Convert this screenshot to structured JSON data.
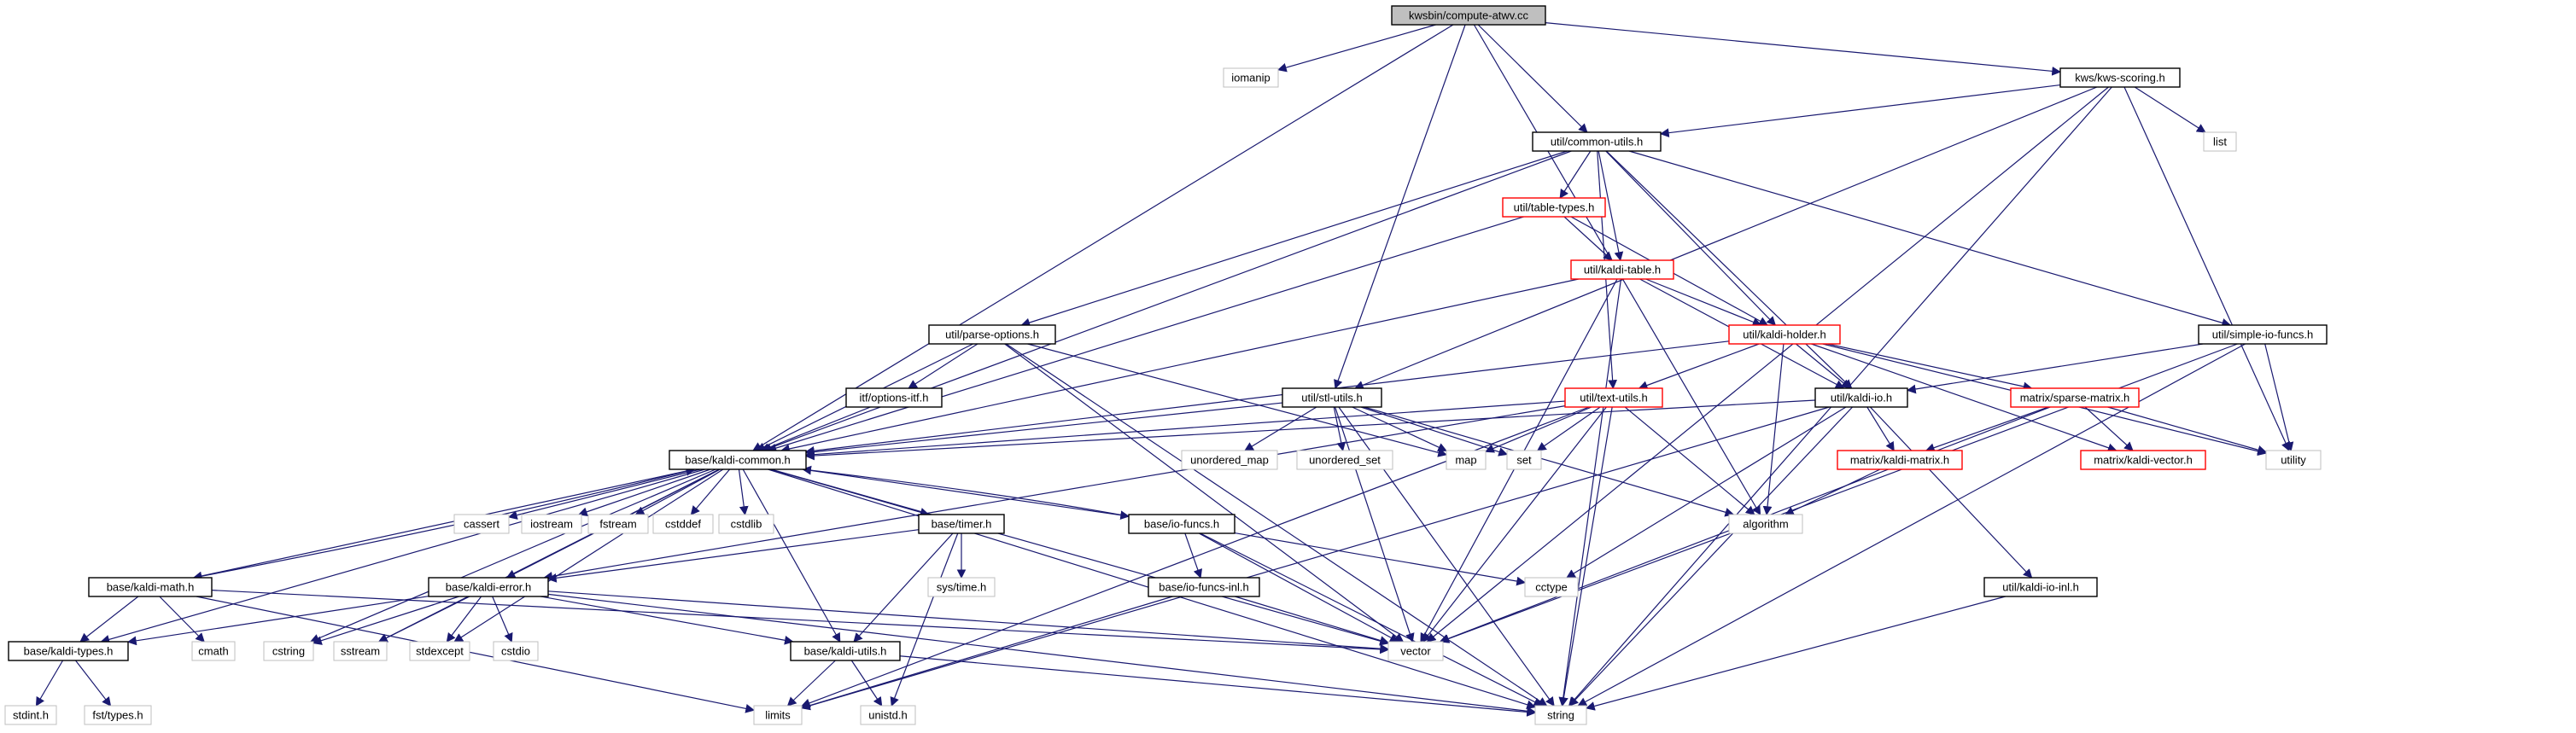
{
  "title": "kws/kwsbin/compute-atwv.cc",
  "nodes": [
    {
      "id": "root",
      "label": "kwsbin/compute-atwv.cc",
      "style": "root"
    },
    {
      "id": "iomanip",
      "label": "iomanip",
      "style": "ext"
    },
    {
      "id": "kwsscoring",
      "label": "kws/kws-scoring.h",
      "style": "file"
    },
    {
      "id": "commonutils",
      "label": "util/common-utils.h",
      "style": "file"
    },
    {
      "id": "list",
      "label": "list",
      "style": "ext"
    },
    {
      "id": "tabletypes",
      "label": "util/table-types.h",
      "style": "red"
    },
    {
      "id": "kalditable",
      "label": "util/kaldi-table.h",
      "style": "red"
    },
    {
      "id": "parseoptions",
      "label": "util/parse-options.h",
      "style": "file"
    },
    {
      "id": "kaldiholder",
      "label": "util/kaldi-holder.h",
      "style": "red"
    },
    {
      "id": "simpleio",
      "label": "util/simple-io-funcs.h",
      "style": "file"
    },
    {
      "id": "itfoptions",
      "label": "itf/options-itf.h",
      "style": "file"
    },
    {
      "id": "stlutils",
      "label": "util/stl-utils.h",
      "style": "file"
    },
    {
      "id": "textutils",
      "label": "util/text-utils.h",
      "style": "red"
    },
    {
      "id": "kaldiio",
      "label": "util/kaldi-io.h",
      "style": "file"
    },
    {
      "id": "sparsematrix",
      "label": "matrix/sparse-matrix.h",
      "style": "red"
    },
    {
      "id": "unorderedmap",
      "label": "unordered_map",
      "style": "ext"
    },
    {
      "id": "unorderedset",
      "label": "unordered_set",
      "style": "ext"
    },
    {
      "id": "map",
      "label": "map",
      "style": "ext"
    },
    {
      "id": "set",
      "label": "set",
      "style": "ext"
    },
    {
      "id": "kaldimatrix",
      "label": "matrix/kaldi-matrix.h",
      "style": "red"
    },
    {
      "id": "kaldivector",
      "label": "matrix/kaldi-vector.h",
      "style": "red"
    },
    {
      "id": "utility",
      "label": "utility",
      "style": "ext"
    },
    {
      "id": "kaldicommon",
      "label": "base/kaldi-common.h",
      "style": "file"
    },
    {
      "id": "cassert",
      "label": "cassert",
      "style": "ext"
    },
    {
      "id": "iostream",
      "label": "iostream",
      "style": "ext"
    },
    {
      "id": "fstream",
      "label": "fstream",
      "style": "ext"
    },
    {
      "id": "cstddef",
      "label": "cstddef",
      "style": "ext"
    },
    {
      "id": "cstdlib",
      "label": "cstdlib",
      "style": "ext"
    },
    {
      "id": "timer",
      "label": "base/timer.h",
      "style": "file"
    },
    {
      "id": "iofuncs",
      "label": "base/io-funcs.h",
      "style": "file"
    },
    {
      "id": "algorithm",
      "label": "algorithm",
      "style": "ext"
    },
    {
      "id": "cctype",
      "label": "cctype",
      "style": "ext"
    },
    {
      "id": "kaldimath",
      "label": "base/kaldi-math.h",
      "style": "file"
    },
    {
      "id": "kaldierror",
      "label": "base/kaldi-error.h",
      "style": "file"
    },
    {
      "id": "systime",
      "label": "sys/time.h",
      "style": "ext"
    },
    {
      "id": "iofuncsinl",
      "label": "base/io-funcs-inl.h",
      "style": "file"
    },
    {
      "id": "kaldiioinl",
      "label": "util/kaldi-io-inl.h",
      "style": "file"
    },
    {
      "id": "cmath",
      "label": "cmath",
      "style": "ext"
    },
    {
      "id": "cstring",
      "label": "cstring",
      "style": "ext"
    },
    {
      "id": "sstream",
      "label": "sstream",
      "style": "ext"
    },
    {
      "id": "stdexcept",
      "label": "stdexcept",
      "style": "ext"
    },
    {
      "id": "cstdio",
      "label": "cstdio",
      "style": "ext"
    },
    {
      "id": "vector",
      "label": "vector",
      "style": "ext"
    },
    {
      "id": "kalditypes",
      "label": "base/kaldi-types.h",
      "style": "file"
    },
    {
      "id": "kaldiutils",
      "label": "base/kaldi-utils.h",
      "style": "file"
    },
    {
      "id": "stdint",
      "label": "stdint.h",
      "style": "ext"
    },
    {
      "id": "fsttypes",
      "label": "fst/types.h",
      "style": "ext"
    },
    {
      "id": "limits",
      "label": "limits",
      "style": "ext"
    },
    {
      "id": "unistd",
      "label": "unistd.h",
      "style": "ext"
    },
    {
      "id": "string",
      "label": "string",
      "style": "ext"
    }
  ],
  "edges": [
    [
      "root",
      "iomanip"
    ],
    [
      "root",
      "kwsscoring"
    ],
    [
      "root",
      "commonutils"
    ],
    [
      "root",
      "stlutils"
    ],
    [
      "root",
      "kaldicommon"
    ],
    [
      "root",
      "algorithm"
    ],
    [
      "kwsscoring",
      "commonutils"
    ],
    [
      "kwsscoring",
      "list"
    ],
    [
      "kwsscoring",
      "stlutils"
    ],
    [
      "kwsscoring",
      "vector"
    ],
    [
      "kwsscoring",
      "utility"
    ],
    [
      "kwsscoring",
      "string"
    ],
    [
      "commonutils",
      "tabletypes"
    ],
    [
      "commonutils",
      "kalditable"
    ],
    [
      "commonutils",
      "parseoptions"
    ],
    [
      "commonutils",
      "kaldiholder"
    ],
    [
      "commonutils",
      "simpleio"
    ],
    [
      "commonutils",
      "kaldicommon"
    ],
    [
      "commonutils",
      "textutils"
    ],
    [
      "commonutils",
      "kaldiio"
    ],
    [
      "tabletypes",
      "kalditable"
    ],
    [
      "tabletypes",
      "kaldiholder"
    ],
    [
      "tabletypes",
      "kaldicommon"
    ],
    [
      "kalditable",
      "kaldiholder"
    ],
    [
      "kalditable",
      "kaldiio"
    ],
    [
      "kalditable",
      "kaldicommon"
    ],
    [
      "kalditable",
      "vector"
    ],
    [
      "kalditable",
      "string"
    ],
    [
      "parseoptions",
      "kaldicommon"
    ],
    [
      "parseoptions",
      "itfoptions"
    ],
    [
      "parseoptions",
      "map"
    ],
    [
      "parseoptions",
      "vector"
    ],
    [
      "parseoptions",
      "string"
    ],
    [
      "kaldiholder",
      "kaldiio"
    ],
    [
      "kaldiholder",
      "textutils"
    ],
    [
      "kaldiholder",
      "sparsematrix"
    ],
    [
      "kaldiholder",
      "algorithm"
    ],
    [
      "kaldiholder",
      "kaldivector"
    ],
    [
      "kaldiholder",
      "kaldicommon"
    ],
    [
      "kaldiholder",
      "utility"
    ],
    [
      "simpleio",
      "kaldiio"
    ],
    [
      "simpleio",
      "vector"
    ],
    [
      "simpleio",
      "string"
    ],
    [
      "simpleio",
      "utility"
    ],
    [
      "itfoptions",
      "kaldicommon"
    ],
    [
      "stlutils",
      "unorderedmap"
    ],
    [
      "stlutils",
      "unorderedset"
    ],
    [
      "stlutils",
      "map"
    ],
    [
      "stlutils",
      "set"
    ],
    [
      "stlutils",
      "algorithm"
    ],
    [
      "stlutils",
      "vector"
    ],
    [
      "stlutils",
      "string"
    ],
    [
      "stlutils",
      "kaldicommon"
    ],
    [
      "textutils",
      "map"
    ],
    [
      "textutils",
      "set"
    ],
    [
      "textutils",
      "algorithm"
    ],
    [
      "textutils",
      "limits"
    ],
    [
      "textutils",
      "vector"
    ],
    [
      "textutils",
      "string"
    ],
    [
      "textutils",
      "kaldicommon"
    ],
    [
      "textutils",
      "kaldierror"
    ],
    [
      "kaldiio",
      "kaldicommon"
    ],
    [
      "kaldiio",
      "kaldimatrix"
    ],
    [
      "kaldiio",
      "kaldiioinl"
    ],
    [
      "kaldiio",
      "cctype"
    ],
    [
      "kaldiio",
      "string"
    ],
    [
      "kaldiio",
      "limits"
    ],
    [
      "sparsematrix",
      "kaldimatrix"
    ],
    [
      "sparsematrix",
      "kaldivector"
    ],
    [
      "sparsematrix",
      "utility"
    ],
    [
      "sparsematrix",
      "vector"
    ],
    [
      "kaldimatrix",
      "algorithm"
    ],
    [
      "kaldicommon",
      "cassert"
    ],
    [
      "kaldicommon",
      "iostream"
    ],
    [
      "kaldicommon",
      "fstream"
    ],
    [
      "kaldicommon",
      "cstddef"
    ],
    [
      "kaldicommon",
      "cstdlib"
    ],
    [
      "kaldicommon",
      "timer"
    ],
    [
      "kaldicommon",
      "iofuncs"
    ],
    [
      "kaldicommon",
      "kaldimath"
    ],
    [
      "kaldicommon",
      "kaldierror"
    ],
    [
      "kaldicommon",
      "kalditypes"
    ],
    [
      "kaldicommon",
      "kaldiutils"
    ],
    [
      "kaldicommon",
      "cstring"
    ],
    [
      "kaldicommon",
      "sstream"
    ],
    [
      "kaldicommon",
      "stdexcept"
    ],
    [
      "kaldicommon",
      "vector"
    ],
    [
      "kaldicommon",
      "string"
    ],
    [
      "timer",
      "systime"
    ],
    [
      "timer",
      "kaldierror"
    ],
    [
      "timer",
      "kaldiutils"
    ],
    [
      "timer",
      "unistd"
    ],
    [
      "iofuncs",
      "iofuncsinl"
    ],
    [
      "iofuncs",
      "cctype"
    ],
    [
      "iofuncs",
      "vector"
    ],
    [
      "iofuncs",
      "string"
    ],
    [
      "iofuncs",
      "kaldicommon"
    ],
    [
      "iofuncsinl",
      "vector"
    ],
    [
      "iofuncsinl",
      "limits"
    ],
    [
      "kaldiioinl",
      "string"
    ],
    [
      "kaldimath",
      "cmath"
    ],
    [
      "kaldimath",
      "kalditypes"
    ],
    [
      "kaldimath",
      "limits"
    ],
    [
      "kaldimath",
      "vector"
    ],
    [
      "kaldimath",
      "kaldicommon"
    ],
    [
      "kaldierror",
      "cstring"
    ],
    [
      "kaldierror",
      "sstream"
    ],
    [
      "kaldierror",
      "stdexcept"
    ],
    [
      "kaldierror",
      "cstdio"
    ],
    [
      "kaldierror",
      "kalditypes"
    ],
    [
      "kaldierror",
      "kaldiutils"
    ],
    [
      "kaldierror",
      "vector"
    ],
    [
      "kaldierror",
      "string"
    ],
    [
      "kalditypes",
      "stdint"
    ],
    [
      "kalditypes",
      "fsttypes"
    ],
    [
      "kaldiutils",
      "limits"
    ],
    [
      "kaldiutils",
      "unistd"
    ],
    [
      "kaldiutils",
      "string"
    ]
  ],
  "colors": {
    "edge": "#191970",
    "file_border": "#000000",
    "red_border": "#ff0000",
    "ext_border": "#bfbfbf",
    "root_fill": "#bfbfbf"
  }
}
